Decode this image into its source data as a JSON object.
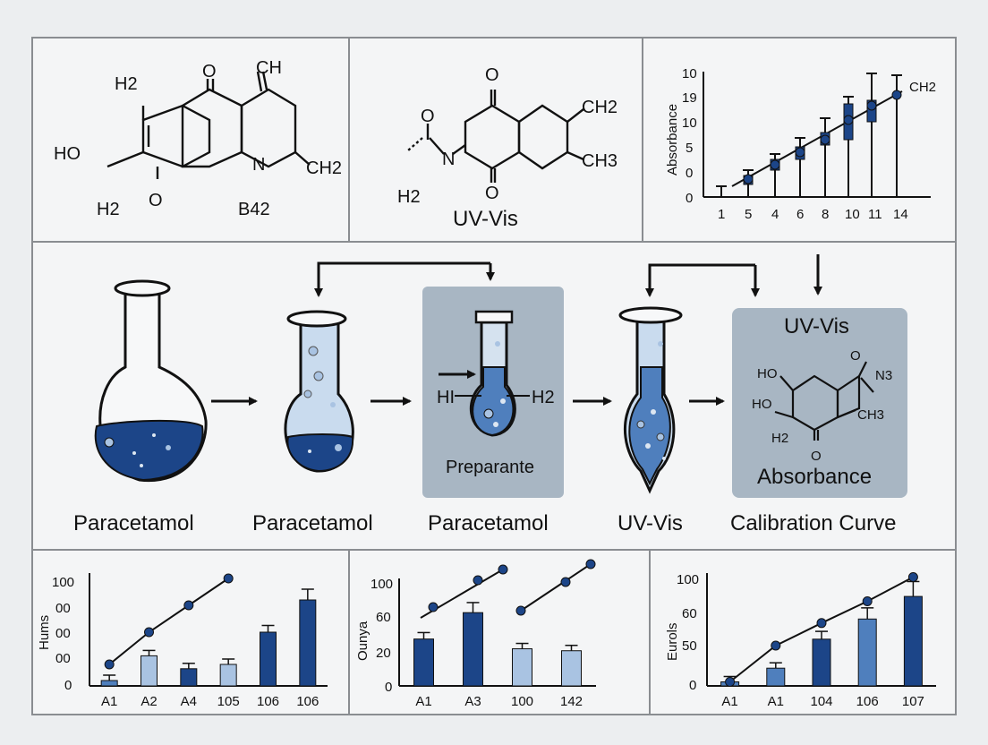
{
  "colors": {
    "background": "#eceef0",
    "panel": "#f4f5f6",
    "border": "#8a8d91",
    "dark_blue": "#1c4588",
    "mid_blue": "#4f7fbd",
    "light_blue": "#a9c3e2",
    "highlight_box": "#a8b6c3"
  },
  "top": {
    "left_molecule": {
      "labels": [
        "H2",
        "O",
        "CH",
        "HO",
        "N",
        "CH2",
        "H2",
        "O",
        "B42"
      ]
    },
    "middle_molecule": {
      "labels": [
        "O",
        "O",
        "N",
        "CH2",
        "CH3",
        "O",
        "H2"
      ],
      "caption": "UV-Vis"
    }
  },
  "chart_data": [
    {
      "type": "bar",
      "ylabel": "Absorbance",
      "y_tick_labels": [
        "10",
        "19",
        "10",
        "5",
        "0",
        "0"
      ],
      "categories": [
        "1",
        "5",
        "4",
        "6",
        "8",
        "10",
        "11",
        "14"
      ],
      "series_label": "CH2",
      "grid": false
    },
    {
      "type": "bar",
      "ylabel": "Hums",
      "y_tick_labels": [
        "100",
        "00",
        "00",
        "00",
        "0"
      ],
      "categories": [
        "A1",
        "A2",
        "A4",
        "105",
        "106",
        "106"
      ],
      "values": [
        5,
        28,
        16,
        20,
        50,
        80
      ],
      "line_values": [
        20,
        50,
        75,
        100
      ],
      "ylim": [
        0,
        100
      ]
    },
    {
      "type": "bar",
      "ylabel": "Ounya",
      "y_tick_labels": [
        "100",
        "60",
        "20",
        "0"
      ],
      "categories": [
        "A1",
        "A3",
        "100",
        "142"
      ],
      "values": [
        48,
        75,
        38,
        36
      ],
      "ylim": [
        0,
        110
      ]
    },
    {
      "type": "bar",
      "ylabel": "Eurols",
      "y_tick_labels": [
        "100",
        "60",
        "50",
        "0"
      ],
      "categories": [
        "A1",
        "A1",
        "104",
        "106",
        "107"
      ],
      "values": [
        5,
        22,
        58,
        83,
        111
      ],
      "line_values": [
        5,
        50,
        78,
        105,
        135
      ],
      "ylim": [
        0,
        140
      ]
    }
  ],
  "process": {
    "steps": [
      {
        "label": "Paracetamol"
      },
      {
        "label": "Paracetamol"
      },
      {
        "label": "Paracetamol"
      },
      {
        "label": "UV-Vis"
      },
      {
        "label": "Calibration Curve"
      }
    ],
    "preparation_box": {
      "caption": "Preparante",
      "left": "HI",
      "right": "H2"
    },
    "analysis_box": {
      "title": "UV-Vis",
      "caption": "Absorbance",
      "labels": [
        "O",
        "N3",
        "HO",
        "HO",
        "CH3",
        "H2",
        "O"
      ]
    }
  }
}
